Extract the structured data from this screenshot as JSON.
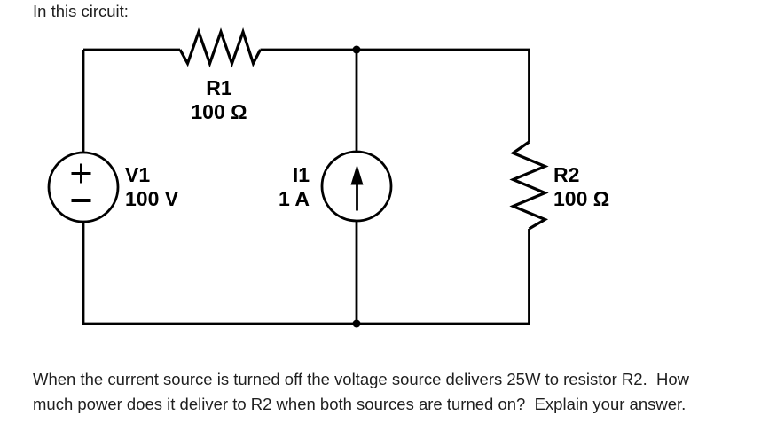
{
  "page": {
    "title": "In this circuit:",
    "question_line1": "When the current source is turned off the voltage source delivers 25W to resistor R2.  How",
    "question_line2": "much power does it deliver to R2 when both sources are turned on?  Explain your answer.",
    "background_color": "#ffffff",
    "text_color": "#1f1f1f"
  },
  "circuit": {
    "line_color": "#000000",
    "voltage_source": {
      "name": "V1",
      "value": "100 V"
    },
    "current_source": {
      "name": "I1",
      "value": "1 A"
    },
    "resistor_r1": {
      "name": "R1",
      "value": "100 Ω"
    },
    "resistor_r2": {
      "name": "R2",
      "value": "100 Ω"
    },
    "symbols": {
      "voltage_polarity_top": "+",
      "voltage_polarity_bottom": "−",
      "current_direction": "arrow-up"
    }
  }
}
